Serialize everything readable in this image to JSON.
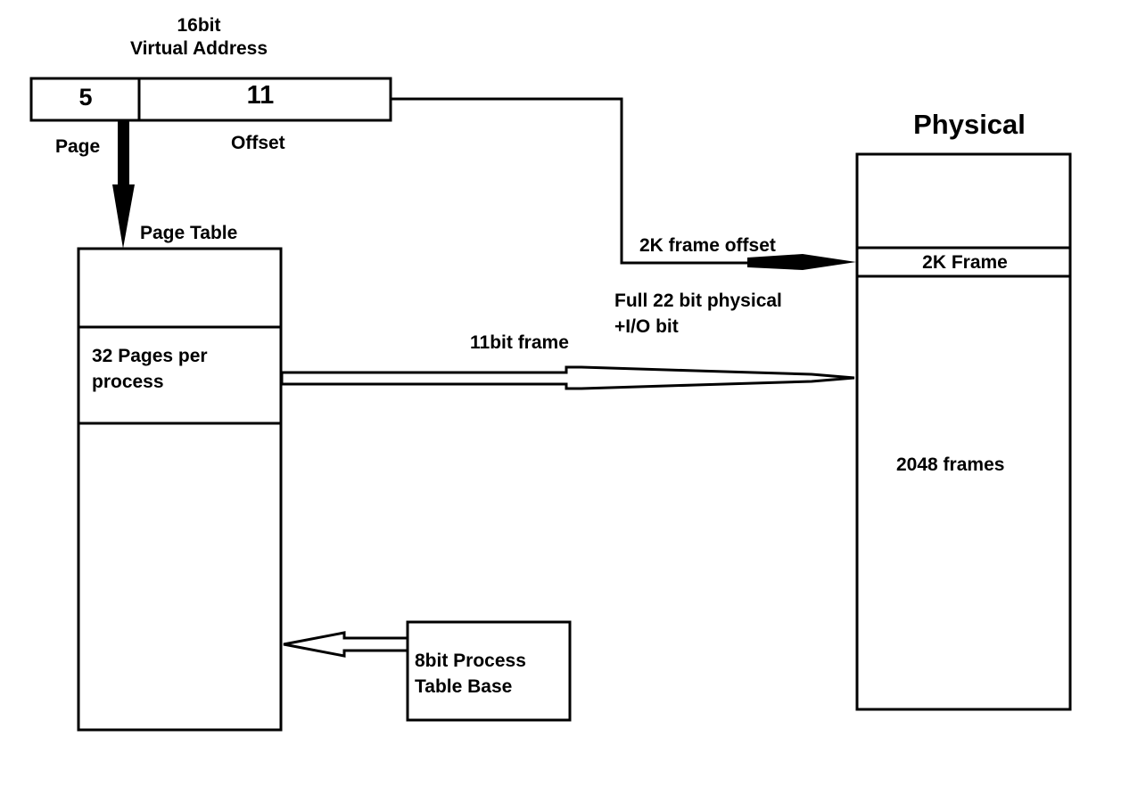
{
  "virtual_address": {
    "title_line1": "16bit",
    "title_line2": "Virtual Address",
    "page_bits": "5",
    "offset_bits": "11",
    "page_label": "Page",
    "offset_label": "Offset"
  },
  "page_table": {
    "title": "Page Table",
    "entry_line1": "32 Pages per",
    "entry_line2": "process"
  },
  "physical": {
    "title": "Physical",
    "frame_label": "2K Frame",
    "frames_label": "2048 frames"
  },
  "arrows": {
    "frame_offset_label": "2K frame offset",
    "full_physical_line1": "Full 22 bit physical",
    "full_physical_line2": "+I/O bit",
    "frame_bits_label": "11bit frame"
  },
  "process_table_base": {
    "line1": "8bit Process",
    "line2": "Table Base"
  }
}
